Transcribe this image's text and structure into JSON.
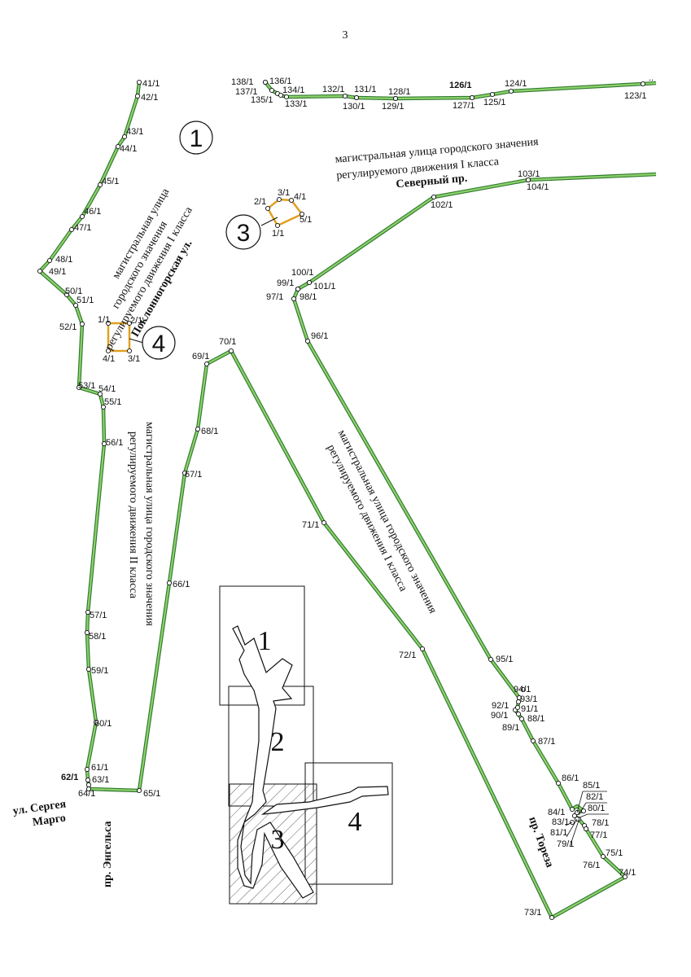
{
  "page_number": "3",
  "colors": {
    "boundary_outer": "#2f7a2f",
    "boundary_inner": "#8ed16b",
    "small_zone": "#e0a020",
    "text": "#111111",
    "vertex_fill": "#ffffff"
  },
  "zone_markers": [
    "1",
    "3",
    "4"
  ],
  "street_labels": {
    "north_road_desc_1": "магистральная  улица городского значения",
    "north_road_desc_2": "регулируемого движения I класса",
    "north_road_name": "Северный пр.",
    "poklon_desc_1": "магистральная  улица",
    "poklon_desc_2": "городского значения",
    "poklon_desc_3": "регулируемого движения I класса",
    "poklon_name": "Поклонногорская ул.",
    "engels_desc_1": "магистральная  улица городского значения",
    "engels_desc_2": "регулируемого движения II класса",
    "engels_name": "пр. Энгельса",
    "toreza_desc_1": "магистральная  улица городского значения",
    "toreza_desc_2": "регулируемого движения I класса",
    "toreza_name": "пр. Тореза",
    "margo_line1": "ул. Сергея",
    "margo_line2": "Марго"
  },
  "vertex_labels": {
    "v41": "41/1",
    "v42": "42/1",
    "v43": "43/1",
    "v44": "44/1",
    "v45": "45/1",
    "v46": "46/1",
    "v47": "47/1",
    "v48": "48/1",
    "v49": "49/1",
    "v50": "50/1",
    "v51": "51/1",
    "v52": "52/1",
    "v53": "53/1",
    "v54": "54/1",
    "v55": "55/1",
    "v56": "56/1",
    "v57": "57/1",
    "v58": "58/1",
    "v59": "59/1",
    "v60": "60/1",
    "v61": "61/1",
    "v62": "62/1",
    "v63": "63/1",
    "v64": "64/1",
    "v65": "65/1",
    "v66": "66/1",
    "v67": "67/1",
    "v68": "68/1",
    "v69": "69/1",
    "v70": "70/1",
    "v71": "71/1",
    "v72": "72/1",
    "v73": "73/1",
    "v74": "74/1",
    "v75": "75/1",
    "v76": "76/1",
    "v77": "77/1",
    "v78": "78/1",
    "v79": "79/1",
    "v80": "80/1",
    "v81": "81/1",
    "v82": "82/1",
    "v83": "83/1",
    "v84": "84/1",
    "v85": "85/1",
    "v86": "86/1",
    "v87": "87/1",
    "v88": "88/1",
    "v89": "89/1",
    "v90": "90/1",
    "v91": "91/1",
    "v92": "92/1",
    "v93": "93/1",
    "v94": "94/1",
    "v95": "95/1",
    "v96": "96/1",
    "v97": "97/1",
    "v98": "98/1",
    "v99": "99/1",
    "v100": "100/1",
    "v101": "101/1",
    "v102": "102/1",
    "v103": "103/1",
    "v104": "104/1",
    "v123": "123/1",
    "v124": "124/1",
    "v125": "125/1",
    "v126": "126/1",
    "v127": "127/1",
    "v128": "128/1",
    "v129": "129/1",
    "v130": "130/1",
    "v131": "131/1",
    "v132": "132/1",
    "v133": "133/1",
    "v134": "134/1",
    "v135": "135/1",
    "v136": "136/1",
    "v137": "137/1",
    "v138": "138/1",
    "z3_1": "1/1",
    "z3_2": "2/1",
    "z3_3": "3/1",
    "z3_4": "4/1",
    "z3_5": "5/1",
    "z4_1": "1/1",
    "z4_2": "2/1",
    "z4_3": "3/1",
    "z4_4": "4/1"
  },
  "inset_map": {
    "frame_labels": [
      "1",
      "2",
      "3",
      "4"
    ]
  }
}
